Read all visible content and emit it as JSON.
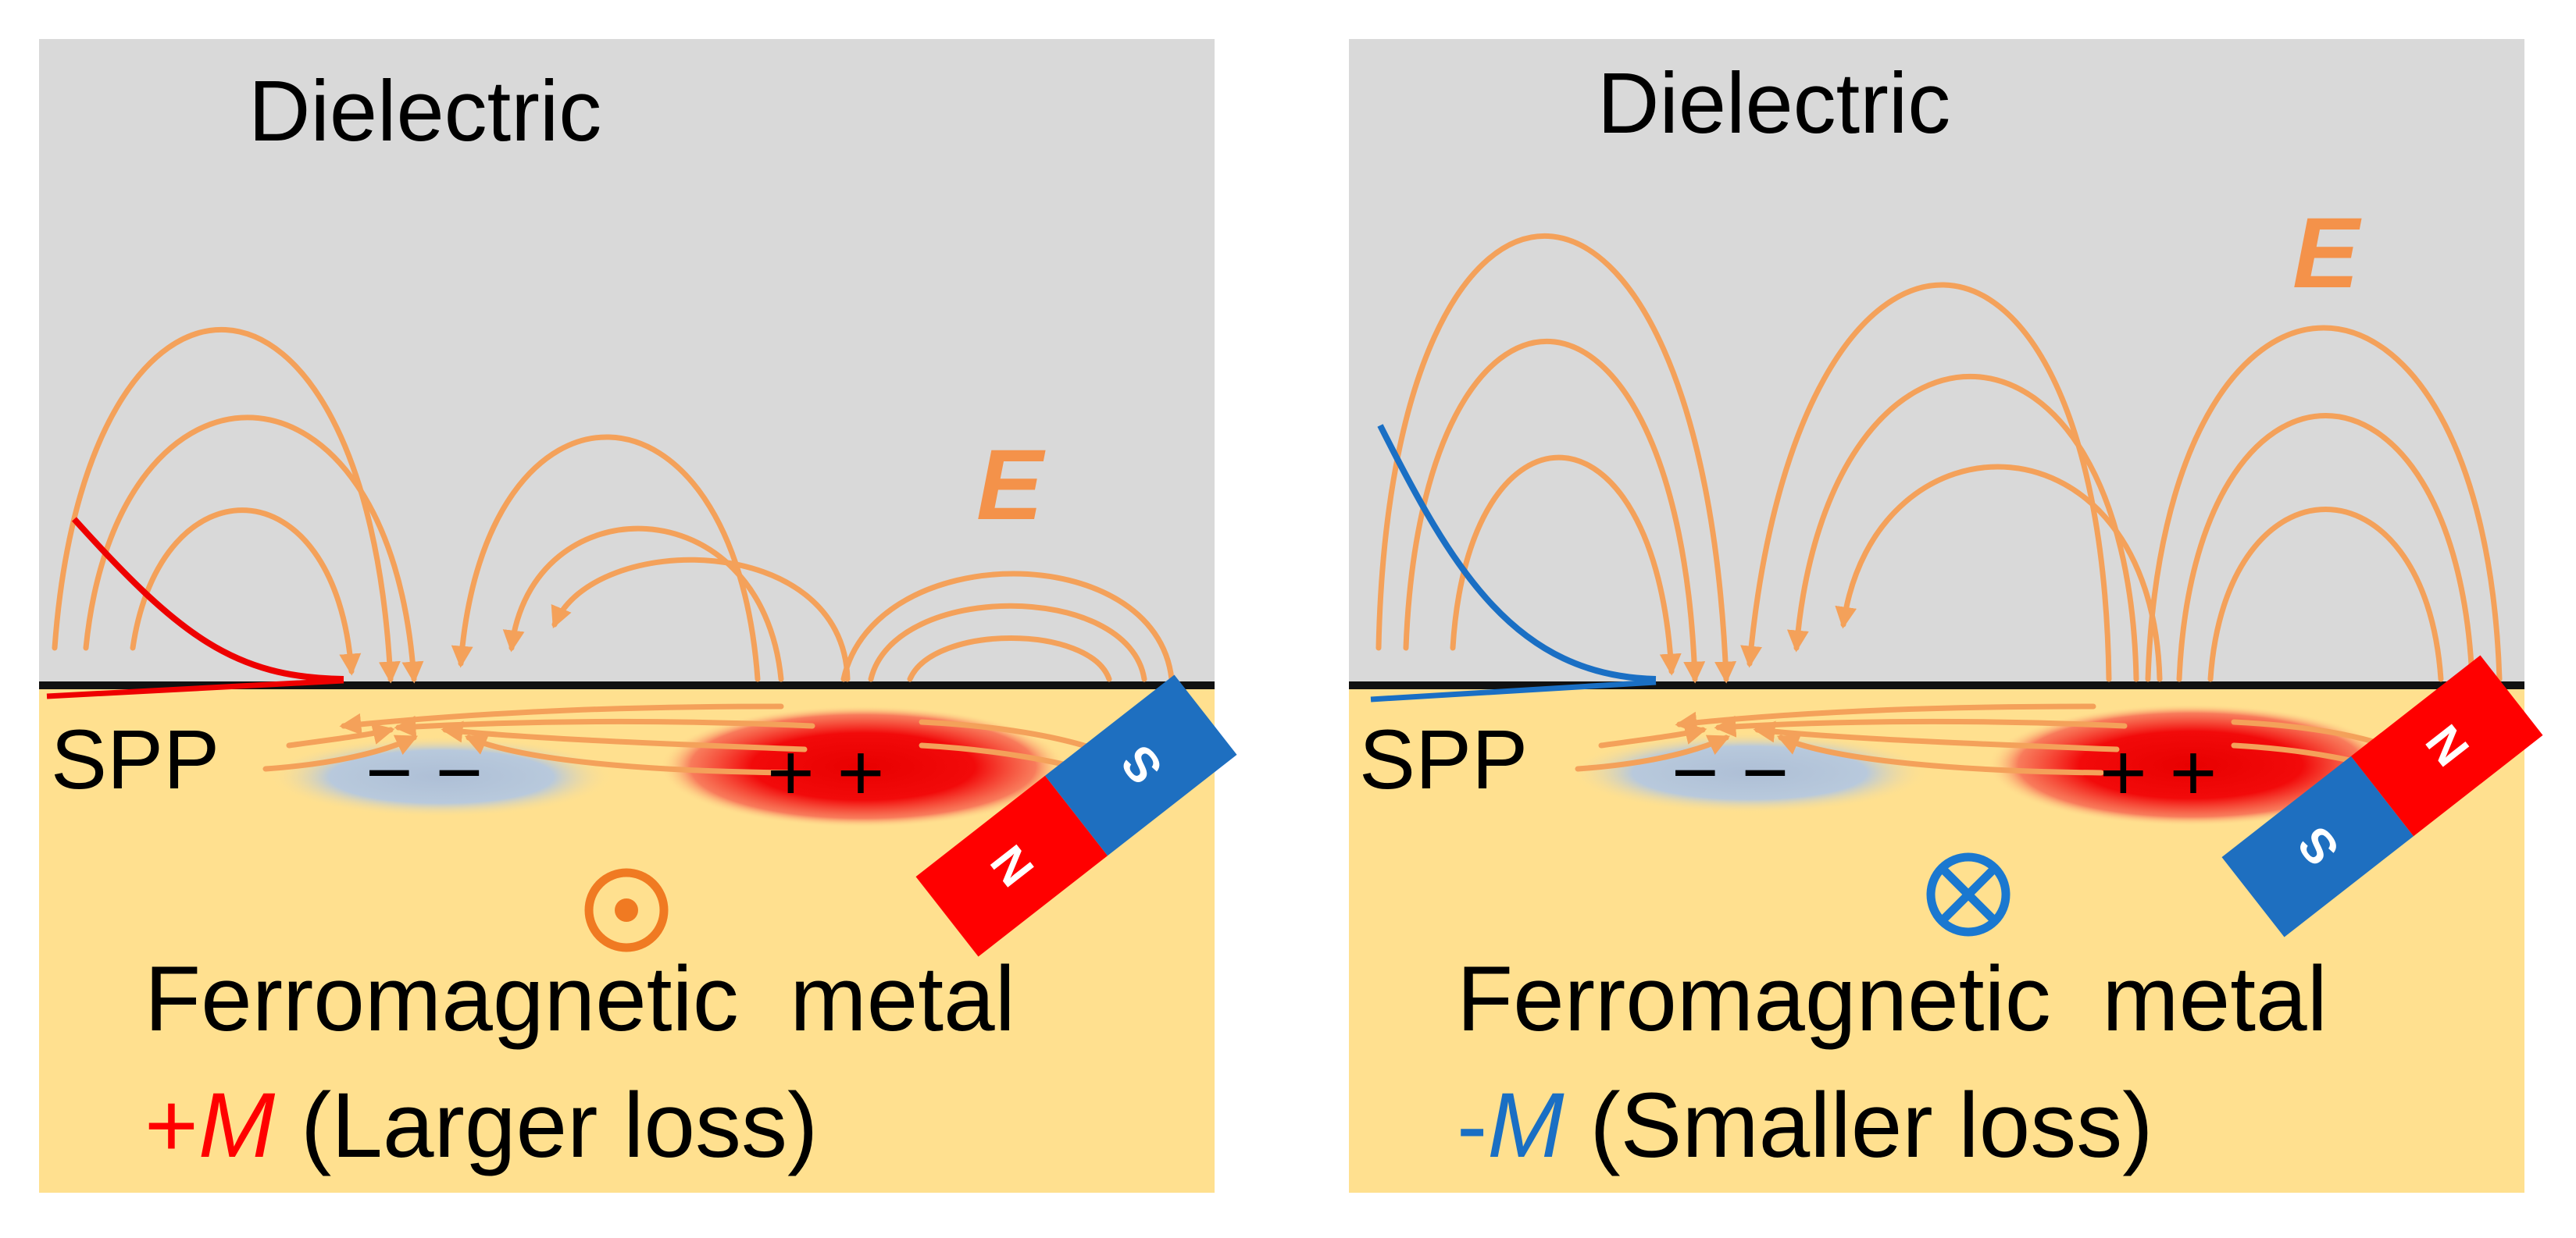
{
  "colors": {
    "dielectric": "#d9d9d9",
    "metal": "#ffe08f",
    "field": "#f4a15a",
    "e_label": "#f4924a",
    "positive_charge": "#f20000",
    "negative_charge": "#b8c9dc",
    "plus_m": "#ff0000",
    "minus_m": "#1a6fc4",
    "magnet_n": "#ff0000",
    "magnet_s": "#1e6fc0",
    "dot_symbol": "#f07a22",
    "cross_symbol": "#1a78d0"
  },
  "panels": [
    {
      "dielectric_label": "Dielectric",
      "field_label": "E",
      "spp_label": "SPP",
      "negative_charges": "− −",
      "positive_charges": "+ +",
      "magnet_n": "N",
      "magnet_s": "S",
      "magnetization_symbol": "dot-in-circle-icon",
      "metal_label": "Ferromagnetic  metal",
      "magnetization_sign": "+",
      "magnetization_var": "M",
      "loss_label": " (Larger loss)"
    },
    {
      "dielectric_label": "Dielectric",
      "field_label": "E",
      "spp_label": "SPP",
      "negative_charges": "− −",
      "positive_charges": "+ +",
      "magnet_n": "N",
      "magnet_s": "S",
      "magnetization_symbol": "cross-in-circle-icon",
      "metal_label": "Ferromagnetic  metal",
      "magnetization_sign": "-",
      "magnetization_var": "M",
      "loss_label": " (Smaller loss)"
    }
  ]
}
